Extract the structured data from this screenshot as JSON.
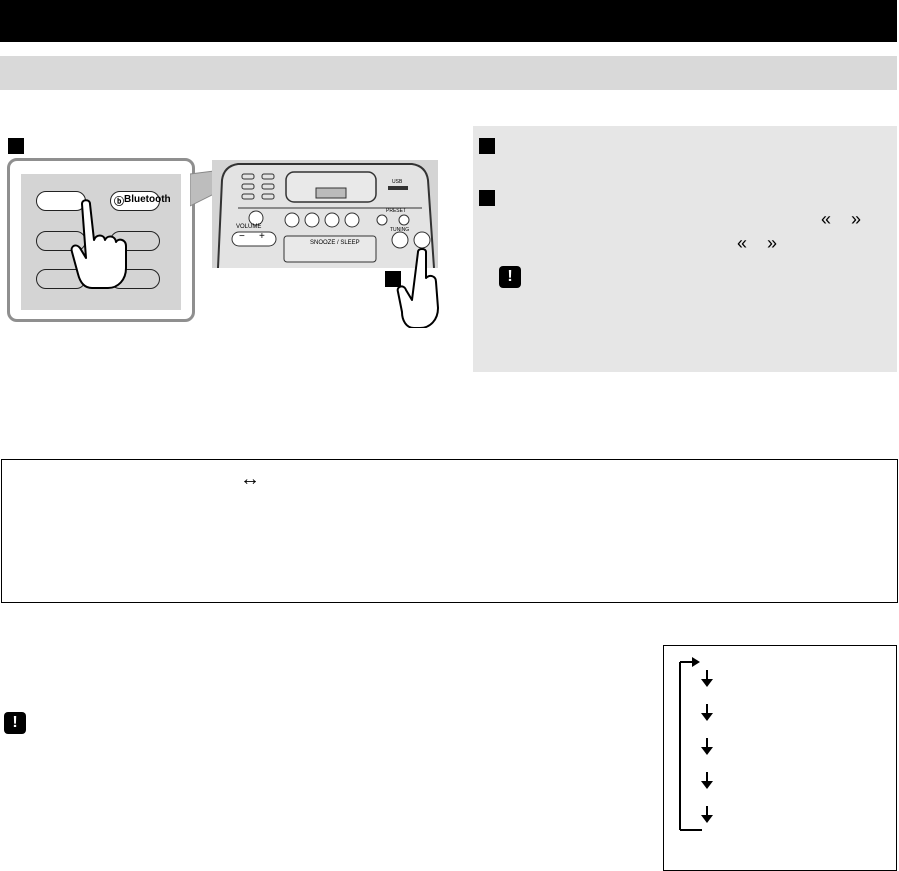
{
  "header": {
    "title": ""
  },
  "section": {
    "title": ""
  },
  "icons": {
    "step": "step-square-icon",
    "warning": "warning-icon",
    "seek": "seek-double-chevron-icon",
    "swap": "left-right-arrow-icon",
    "flow_arrow": "down-arrow-icon"
  },
  "illustration": {
    "bluetooth_label": "Bluetooth",
    "volume_label": "VOLUME",
    "tuning_label": "TUNING",
    "preset_label": "PRESET",
    "snooze_label": "SNOOZE / SLEEP",
    "usb_label": "USB",
    "volume_minus": "−",
    "volume_plus": "+"
  },
  "info": {
    "seek_left": "«",
    "seek_right": "»"
  },
  "tips": {
    "swap_arrow": "↔"
  },
  "colors": {
    "header_bar": "#000000",
    "section_band": "#d9d9d9",
    "info_panel": "#e6e6e6",
    "illustration_panel": "#d4d4d4"
  }
}
